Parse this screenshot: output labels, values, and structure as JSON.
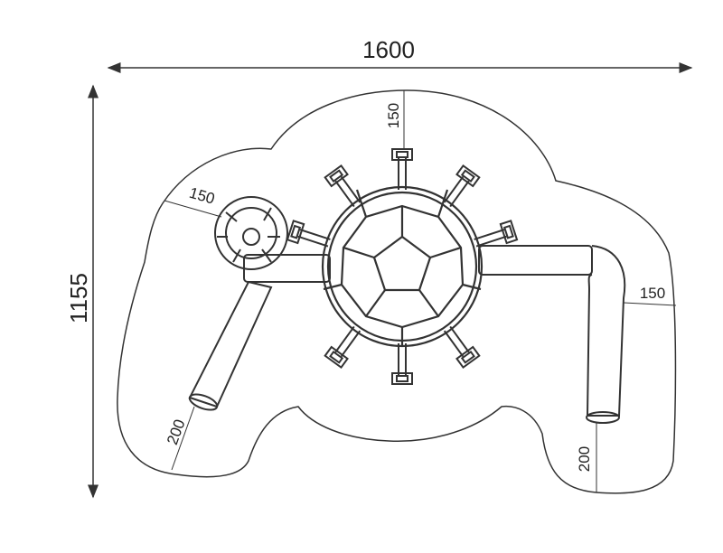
{
  "drawing": {
    "overall_width": "1600",
    "overall_depth": "1155",
    "clearance_top": "150",
    "clearance_left": "150",
    "clearance_right": "150",
    "clearance_slide_left": "200",
    "clearance_slide_right": "200"
  },
  "colors": {
    "line": "#333333",
    "background": "#ffffff"
  }
}
